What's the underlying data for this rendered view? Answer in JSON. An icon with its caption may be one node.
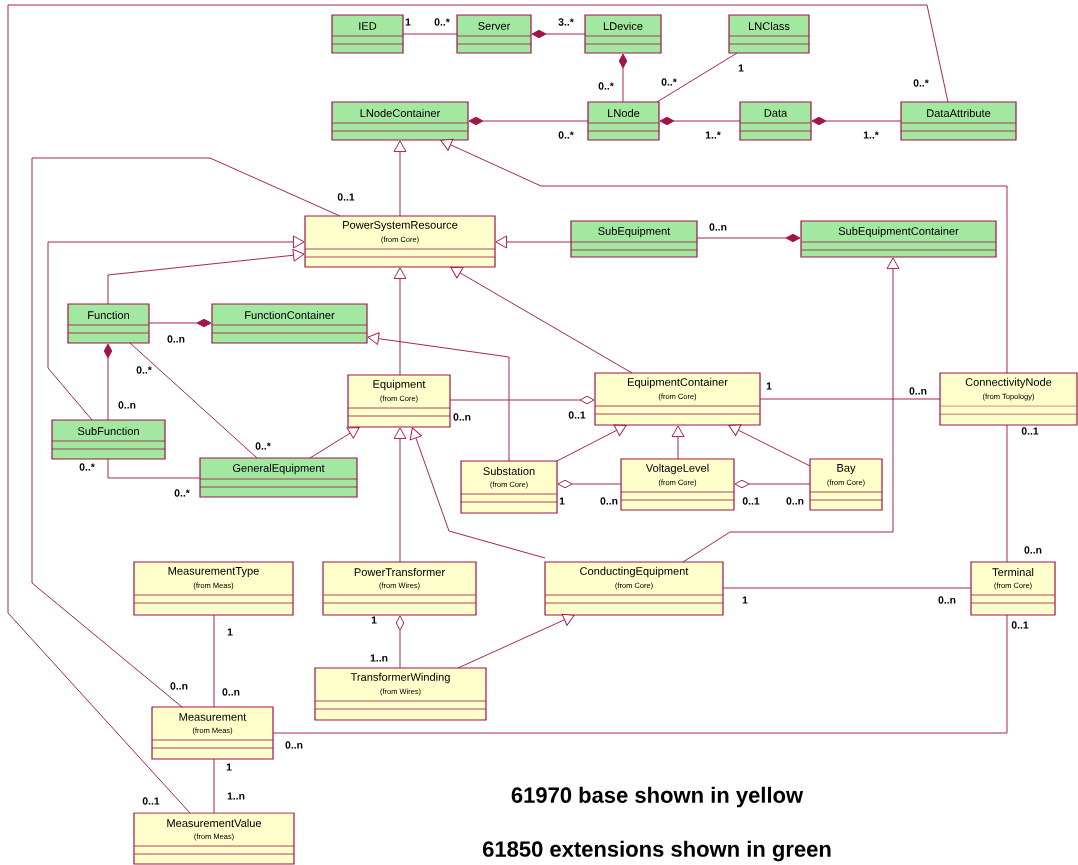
{
  "diagram": {
    "nodes": [
      {
        "text": [
          "IED"
        ]
      },
      {
        "text": [
          "Server"
        ]
      },
      {
        "text": [
          "LDevice"
        ]
      },
      {
        "text": [
          "LNClass"
        ]
      },
      {
        "text": [
          "LNodeContainer"
        ]
      },
      {
        "text": [
          "LNode"
        ]
      },
      {
        "text": [
          "Data"
        ]
      },
      {
        "text": [
          "DataAttribute"
        ]
      },
      {
        "text": [
          "PowerSystemResource",
          "(from Core)"
        ]
      },
      {
        "text": [
          "SubEquipment"
        ]
      },
      {
        "text": [
          "SubEquipmentContainer"
        ]
      },
      {
        "text": [
          "Function"
        ]
      },
      {
        "text": [
          "FunctionContainer"
        ]
      },
      {
        "text": [
          "SubFunction"
        ]
      },
      {
        "text": [
          "Equipment",
          "(from Core)"
        ]
      },
      {
        "text": [
          "EquipmentContainer",
          "(from Core)"
        ]
      },
      {
        "text": [
          "ConnectivityNode",
          "(from Topology)"
        ]
      },
      {
        "text": [
          "GeneralEquipment"
        ]
      },
      {
        "text": [
          "Substation",
          "(from Core)"
        ]
      },
      {
        "text": [
          "VoltageLevel",
          "(from Core)"
        ]
      },
      {
        "text": [
          "Bay",
          "(from Core)"
        ]
      },
      {
        "text": [
          "MeasurementType",
          "(from Meas)"
        ]
      },
      {
        "text": [
          "PowerTransformer",
          "(from Wires)"
        ]
      },
      {
        "text": [
          "ConductingEquipment",
          "(from Core)"
        ]
      },
      {
        "text": [
          "Terminal",
          "(from Core)"
        ]
      },
      {
        "text": [
          "TransformerWinding",
          "(from Wires)"
        ]
      },
      {
        "text": [
          "Measurement",
          "(from Meas)"
        ]
      },
      {
        "text": [
          "MeasurementValue",
          "(from Meas)"
        ]
      }
    ],
    "edges": [
      {
        "from": 0,
        "to": 1,
        "arrow": "none"
      },
      {
        "from": 2,
        "to": 1,
        "arrow": "other"
      },
      {
        "from": 5,
        "to": 2,
        "arrow": "other"
      },
      {
        "from": 5,
        "to": 3,
        "arrow": "none"
      },
      {
        "from": 5,
        "to": 4,
        "arrow": "other"
      },
      {
        "from": 6,
        "to": 5,
        "arrow": "other"
      },
      {
        "from": 7,
        "to": 6,
        "arrow": "other"
      },
      {
        "from": 7,
        "to": 27,
        "arrow": "none"
      },
      {
        "from": 8,
        "to": 4,
        "arrow": "to"
      },
      {
        "from": 16,
        "to": 4,
        "arrow": "to"
      },
      {
        "from": 26,
        "to": 8,
        "arrow": "none"
      },
      {
        "from": 9,
        "to": 8,
        "arrow": "to"
      },
      {
        "from": 9,
        "to": 10,
        "arrow": "other"
      },
      {
        "from": 11,
        "to": 8,
        "arrow": "to"
      },
      {
        "from": 13,
        "to": 8,
        "arrow": "to"
      },
      {
        "from": 11,
        "to": 12,
        "arrow": "other"
      },
      {
        "from": 13,
        "to": 11,
        "arrow": "other"
      },
      {
        "from": 17,
        "to": 11,
        "arrow": "none"
      },
      {
        "from": 13,
        "to": 17,
        "arrow": "none"
      },
      {
        "from": 17,
        "to": 14,
        "arrow": "to"
      },
      {
        "from": 14,
        "to": 8,
        "arrow": "to"
      },
      {
        "from": 15,
        "to": 8,
        "arrow": "to"
      },
      {
        "from": 18,
        "to": 12,
        "arrow": "to"
      },
      {
        "from": 14,
        "to": 15,
        "arrow": "other"
      },
      {
        "from": 15,
        "to": 16,
        "arrow": "none"
      },
      {
        "from": 18,
        "to": 15,
        "arrow": "to"
      },
      {
        "from": 19,
        "to": 15,
        "arrow": "to"
      },
      {
        "from": 20,
        "to": 15,
        "arrow": "to"
      },
      {
        "from": 19,
        "to": 18,
        "arrow": "other"
      },
      {
        "from": 20,
        "to": 19,
        "arrow": "other"
      },
      {
        "from": 23,
        "to": 10,
        "arrow": "to"
      },
      {
        "from": 23,
        "to": 14,
        "arrow": "to"
      },
      {
        "from": 22,
        "to": 14,
        "arrow": "to"
      },
      {
        "from": 25,
        "to": 22,
        "arrow": "other"
      },
      {
        "from": 25,
        "to": 23,
        "arrow": "to"
      },
      {
        "from": 23,
        "to": 24,
        "arrow": "none"
      },
      {
        "from": 16,
        "to": 24,
        "arrow": "none"
      },
      {
        "from": 26,
        "to": 24,
        "arrow": "none"
      },
      {
        "from": 26,
        "to": 21,
        "arrow": "none"
      },
      {
        "from": 27,
        "to": 26,
        "arrow": "none"
      }
    ],
    "labels": [
      "1",
      "0..*",
      "3..*",
      "0..*",
      "1",
      "0..*",
      "0..*",
      "0..*",
      "1..*",
      "1..*",
      "0..1",
      "0..n",
      "0..n",
      "0..*",
      "0..n",
      "1",
      "0..n",
      "0..n",
      "0..1",
      "0..1",
      "0..*",
      "0..*",
      "0..*",
      "1",
      "0..n",
      "0..1",
      "0..n",
      "0..n",
      "1",
      "1",
      "0..n",
      "0..1",
      "1",
      "1..n",
      "0..n",
      "0..n",
      "0..n",
      "1",
      "1..n",
      "0..1",
      "61970 base shown in yellow",
      "61850 extensions shown in green"
    ]
  }
}
